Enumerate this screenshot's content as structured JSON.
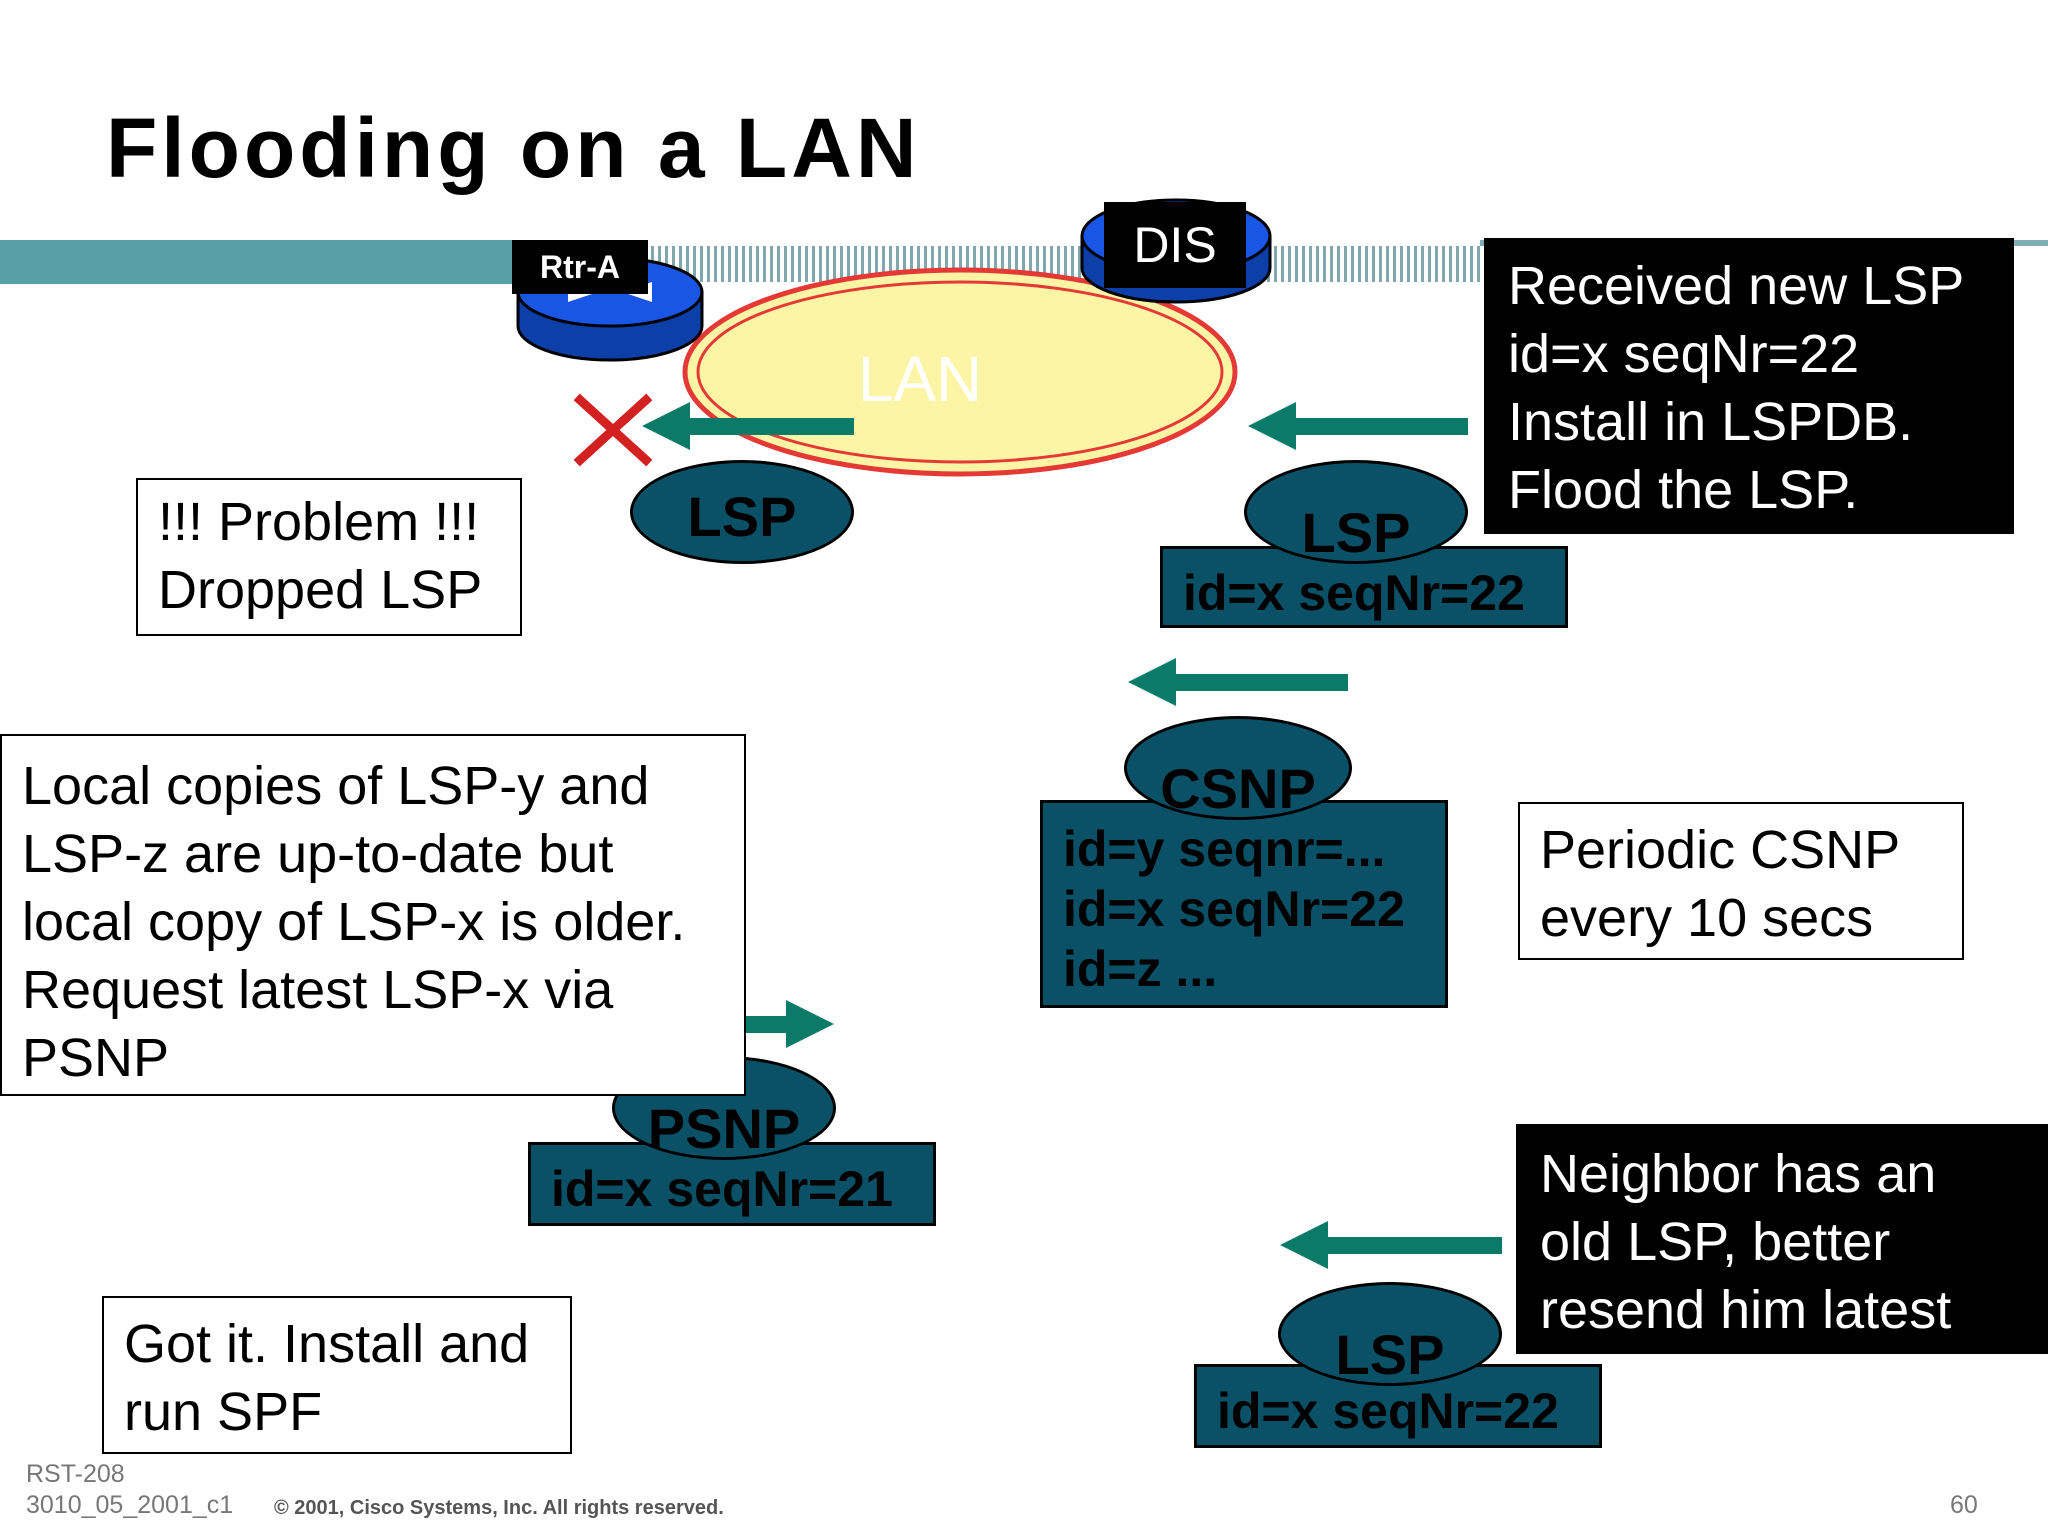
{
  "slide": {
    "title": "Flooding on a LAN",
    "page_number": "60",
    "footer_code": "RST-208",
    "footer_id": "3010_05_2001_c1",
    "copyright": "© 2001, Cisco Systems, Inc. All rights reserved."
  },
  "network": {
    "router_a_label": "Rtr-A",
    "dis_label": "DIS",
    "lan_label": "LAN"
  },
  "notes": {
    "problem": [
      "!!! Problem !!!",
      "Dropped LSP"
    ],
    "received": [
      "Received new LSP",
      "id=x seqNr=22",
      "Install in LSPDB.",
      "Flood the LSP."
    ],
    "local_copies": [
      "Local copies of LSP-y and",
      "LSP-z are up-to-date but",
      "local copy of LSP-x is older.",
      "Request  latest LSP-x via",
      "PSNP"
    ],
    "periodic": [
      "Periodic CSNP",
      "every 10 secs"
    ],
    "neighbor": [
      "Neighbor  has an",
      "old LSP, better",
      "resend him latest"
    ],
    "got_it": [
      "Got it. Install and",
      "run SPF"
    ]
  },
  "packets": {
    "lsp_dropped": "LSP",
    "lsp_flood": {
      "label": "LSP",
      "lines": [
        "id=x  seqNr=22"
      ]
    },
    "csnp": {
      "label": "CSNP",
      "lines": [
        "id=y  seqnr=...",
        "id=x  seqNr=22",
        "id=z ..."
      ]
    },
    "psnp": {
      "label": "PSNP",
      "lines": [
        "id=x  seqNr=21"
      ]
    },
    "lsp_resend": {
      "label": "LSP",
      "lines": [
        "id=x  seqNr=22"
      ]
    }
  },
  "colors": {
    "packet_fill": "#0a5168",
    "arrow": "#0b7a68",
    "lan_fill": "#fdf5a6",
    "lan_ring": "#e53935",
    "router_blue": "#1a56e6",
    "drop_mark": "#d32020",
    "bus": "#5a9fa8"
  },
  "icons": {
    "router": "router-icon",
    "dis": "dis-router-icon",
    "drop": "red-x-icon",
    "arrow": "arrow-left-icon"
  }
}
